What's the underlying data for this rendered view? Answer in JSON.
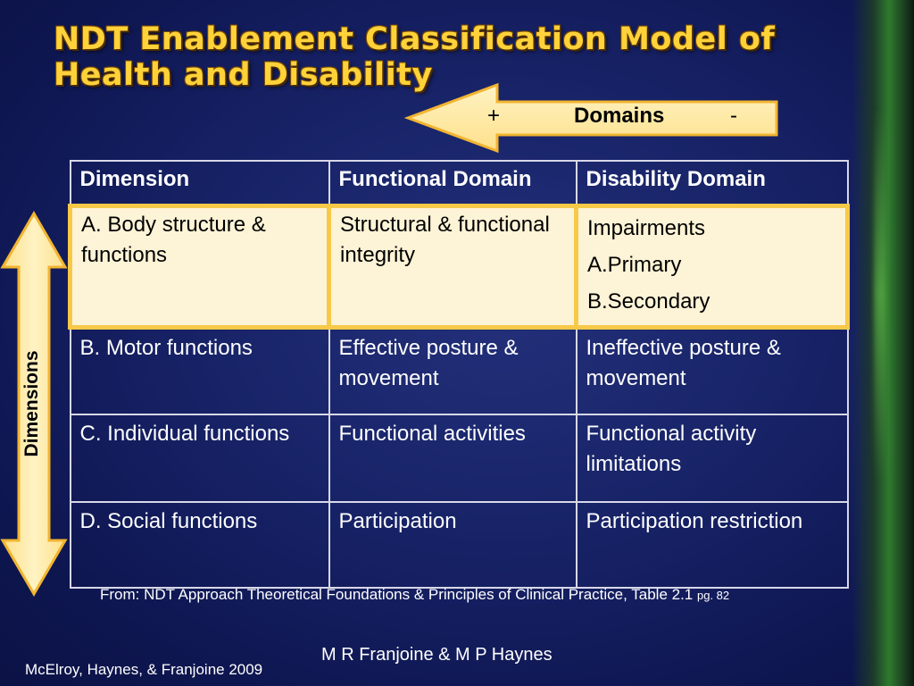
{
  "title": {
    "line1": "NDT Enablement Classification Model of",
    "line2": "Health and Disability"
  },
  "domains_arrow": {
    "plus": "+",
    "label": "Domains",
    "minus": "-"
  },
  "dimensions_arrow": {
    "label": "Dimensions"
  },
  "table": {
    "headers": [
      "Dimension",
      "Functional Domain",
      "Disability Domain"
    ],
    "rows": [
      {
        "dimension": "A. Body structure & functions",
        "functional": "Structural & functional integrity",
        "disability": [
          "Impairments",
          "A.Primary",
          "B.Secondary"
        ]
      },
      {
        "dimension": "B. Motor functions",
        "functional": "Effective posture & movement",
        "disability": "Ineffective posture & movement"
      },
      {
        "dimension": "C. Individual functions",
        "functional": "Functional activities",
        "disability": "Functional activity limitations"
      },
      {
        "dimension": "D. Social functions",
        "functional": "Participation",
        "disability": "Participation restriction"
      }
    ]
  },
  "citation": {
    "text": "From: NDT Approach Theoretical Foundations & Principles of Clinical Practice, Table 2.1",
    "page": "pg. 82"
  },
  "author": "M R Franjoine & M P Haynes",
  "footer": "McElroy, Haynes, & Franjoine 2009",
  "colors": {
    "title": "#ffd23a",
    "arrow_fill": "#fde9a6",
    "arrow_stroke": "#f2b531",
    "highlight_bg": "#fdf3d6",
    "highlight_border": "#f7c948"
  }
}
